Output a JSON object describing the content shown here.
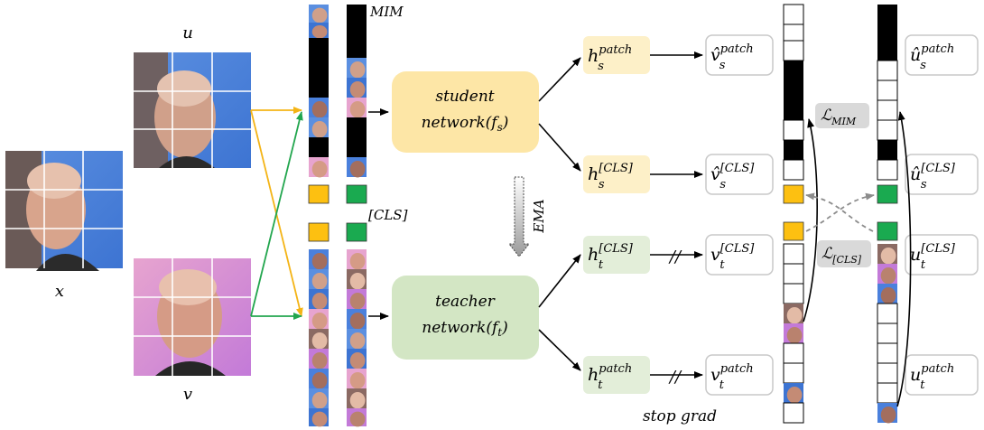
{
  "labels": {
    "x": "x",
    "u": "u",
    "v": "v",
    "mim": "MIM",
    "cls_token": "[CLS]",
    "ema": "EMA",
    "stop_grad": "stop grad",
    "stop_mark": "//"
  },
  "student": {
    "line1": "student",
    "line2": "network(",
    "f": "f",
    "sub": "s",
    "close": ")"
  },
  "teacher": {
    "line1": "teacher",
    "line2": "network(",
    "f": "f",
    "sub": "t",
    "close": ")"
  },
  "nodes": {
    "h_s_patch": {
      "base": "h",
      "sub": "s",
      "sup": "patch"
    },
    "h_s_cls": {
      "base": "h",
      "sub": "s",
      "sup": "[CLS]"
    },
    "h_t_cls": {
      "base": "h",
      "sub": "t",
      "sup": "[CLS]"
    },
    "h_t_patch": {
      "base": "h",
      "sub": "t",
      "sup": "patch"
    },
    "vhat_s_patch": {
      "base": "v̂",
      "sub": "s",
      "sup": "patch"
    },
    "vhat_s_cls": {
      "base": "v̂",
      "sub": "s",
      "sup": "[CLS]"
    },
    "v_t_cls": {
      "base": "v",
      "sub": "t",
      "sup": "[CLS]"
    },
    "v_t_patch": {
      "base": "v",
      "sub": "t",
      "sup": "patch"
    },
    "uhat_s_patch": {
      "base": "û",
      "sub": "s",
      "sup": "patch"
    },
    "uhat_s_cls": {
      "base": "û",
      "sub": "s",
      "sup": "[CLS]"
    },
    "u_t_cls": {
      "base": "u",
      "sub": "t",
      "sup": "[CLS]"
    },
    "u_t_patch": {
      "base": "u",
      "sub": "t",
      "sup": "patch"
    }
  },
  "losses": {
    "mim": {
      "base": "ℒ",
      "sub": "MIM"
    },
    "cls": {
      "base": "ℒ",
      "sub": "[CLS]"
    }
  },
  "colors": {
    "student_fill": "#fde6a6",
    "teacher_fill": "#d3e6c4",
    "h_student_fill": "#fdf0c8",
    "h_teacher_fill": "#e3eed9",
    "loss_fill": "#d9d9d9",
    "yellow_token": "#fdc011",
    "green_token": "#1aaa50",
    "arrow_yellow": "#f4b416",
    "arrow_green": "#22a64e",
    "dashed_gray": "#8c8c8c"
  }
}
